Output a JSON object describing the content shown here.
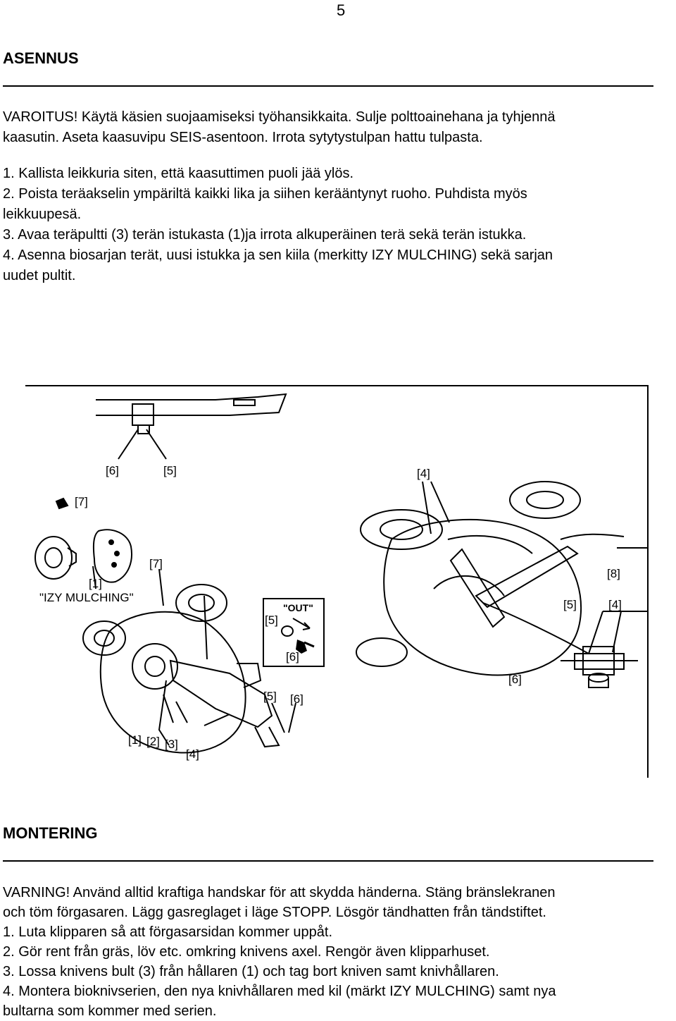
{
  "page_number": "5",
  "fi": {
    "heading": "ASENNUS",
    "lines": [
      "VAROITUS!  Käytä käsien suojaamiseksi työhansikkaita.  Sulje polttoainehana ja tyhjennä",
      "kaasutin.  Aseta kaasuvipu SEIS-asentoon.  Irrota sytytystulpan hattu tulpasta.",
      "1. Kallista leikkuria siten, että kaasuttimen puoli jää ylös.",
      "2. Poista teräakselin ympäriltä kaikki lika ja siihen kerääntynyt ruoho.  Puhdista myös",
      "leikkuupesä.",
      "3. Avaa teräpultti (3) terän istukasta (1)ja irrota alkuperäinen terä sekä terän istukka.",
      "4. Asenna biosarjan terät, uusi istukka ja sen kiila (merkitty IZY MULCHING) sekä sarjan",
      "uudet pultit."
    ]
  },
  "figure": {
    "labels": {
      "l6_top": "[6]",
      "l5_top": "[5]",
      "l7_top": "[7]",
      "l1_mid": "[1]",
      "izy": "\"IZY MULCHING\"",
      "l7_mid": "[7]",
      "out": "\"OUT\"",
      "l5_out": "[5]",
      "l6_out": "[6]",
      "l5_low": "[5]",
      "l6_low": "[6]",
      "l1_bot": "[1]",
      "l2_bot": "[2]",
      "l3_bot": "[3]",
      "l4_bot": "[4]",
      "l4_right": "[4]",
      "l8_right": "[8]",
      "l5_right": "[5]",
      "l4_right2": "[4]",
      "l6_right": "[6]"
    }
  },
  "sv": {
    "heading": "MONTERING",
    "lines": [
      "VARNING!  Använd alltid kraftiga handskar för att skydda händerna.  Stäng bränslekranen",
      "och töm förgasaren.  Lägg gasreglaget i läge STOPP.  Lösgör tändhatten från tändstiftet.",
      "1. Luta klipparen så att förgasarsidan kommer uppåt.",
      "2.  Gör rent från gräs, löv etc. omkring knivens axel. Rengör även klipparhuset.",
      "3.  Lossa knivens bult (3) från hållaren (1) och tag bort kniven samt knivhållaren.",
      "4.  Montera bioknivserien, den nya knivhållaren med kil (märkt IZY MULCHING) samt nya",
      "bultarna som   kommer med serien."
    ]
  }
}
